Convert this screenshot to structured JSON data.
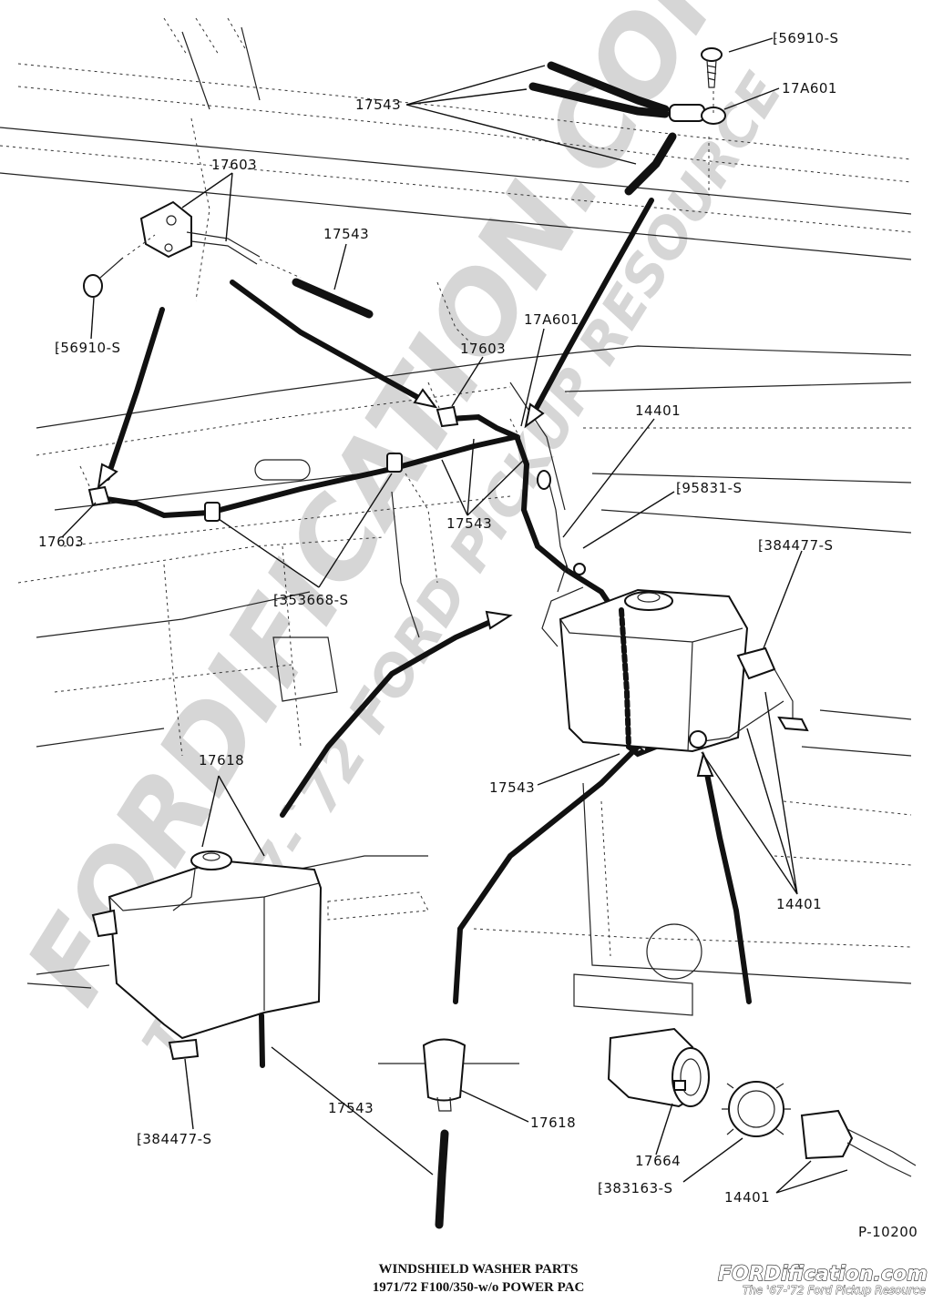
{
  "watermark": {
    "brand": "FORDIFICATION.COM",
    "tagline": "THE `67-`72 FORD PICKUP RESOURCE"
  },
  "labels": {
    "hose_17543_top": "17543",
    "screw_56910_top": "⁅56910-S",
    "connector_17a601_top": "17A601",
    "nozzle_17603_upper": "17603",
    "hose_17543_upper": "17543",
    "screw_56910_left": "⁅56910-S",
    "connector_17a601_mid": "17A601",
    "nozzle_17603_mid": "17603",
    "hose_14401_upper": "14401",
    "screw_95831": "⁅95831-S",
    "clip_384477_right": "⁅384477-S",
    "nozzle_17603_left": "17603",
    "hose_17543_mid": "17543",
    "clip_353668": "⁅353668-S",
    "reservoir_17618_top": "17618",
    "hose_17543_lower": "17543",
    "wire_14401_lower": "14401",
    "hose_17543_bottom": "17543",
    "grommet_17618": "17618",
    "clip_384477_left": "⁅384477-S",
    "pump_17664": "17664",
    "ring_383163": "⁅383163-S",
    "connector_14401_bottom": "14401",
    "figure_number": "P-10200"
  },
  "caption": {
    "line1": "WINDSHIELD WASHER PARTS",
    "line2": "1971/72  F100/350-w/o POWER PAC"
  },
  "logo": {
    "name": "FORDification.com",
    "tagline": "The '67-'72 Ford Pickup Resource"
  }
}
